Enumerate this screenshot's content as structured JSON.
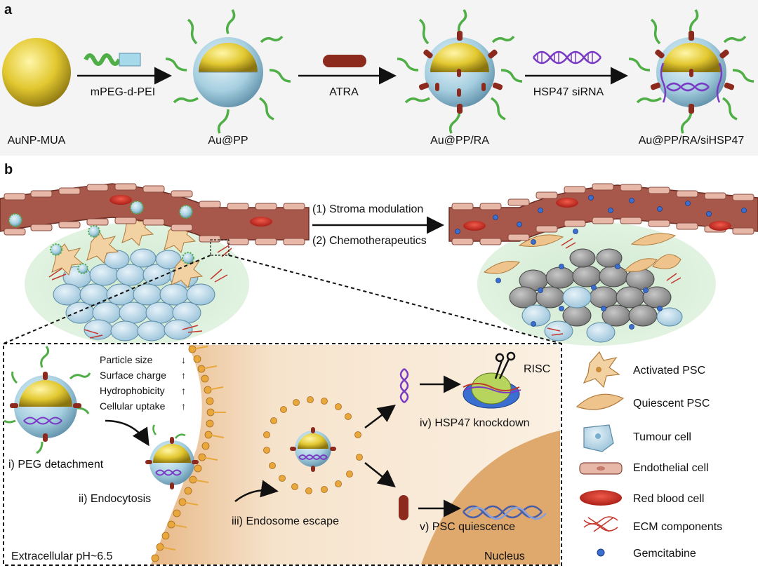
{
  "panel_a": {
    "letter": "a",
    "particles": [
      {
        "label": "AuNP-MUA"
      },
      {
        "label": "Au@PP"
      },
      {
        "label": "Au@PP/RA"
      },
      {
        "label": "Au@PP/RA/siHSP47"
      }
    ],
    "steps": [
      "mPEG-d-PEI",
      "ATRA",
      "HSP47 siRNA"
    ]
  },
  "panel_b": {
    "letter": "b",
    "transition_labels": [
      "(1) Stroma modulation",
      "(2) Chemotherapeutics"
    ],
    "properties": [
      "Particle size",
      "Surface charge",
      "Hydrophobicity",
      "Cellular uptake"
    ],
    "property_arrows": [
      "↓",
      "↑",
      "↑",
      "↑"
    ],
    "stages": [
      "i) PEG detachment",
      "ii) Endocytosis",
      "iii) Endosome escape",
      "iv) HSP47 knockdown",
      "v) PSC quiescence"
    ],
    "risc": "RISC",
    "nucleus": "Nucleus",
    "extracellular": "Extracellular pH~6.5",
    "legend": [
      {
        "icon": "activated-psc-icon",
        "label": "Activated PSC"
      },
      {
        "icon": "quiescent-psc-icon",
        "label": "Quiescent PSC"
      },
      {
        "icon": "tumour-cell-icon",
        "label": "Tumour cell"
      },
      {
        "icon": "endothelial-cell-icon",
        "label": "Endothelial cell"
      },
      {
        "icon": "red-blood-cell-icon",
        "label": "Red blood cell"
      },
      {
        "icon": "ecm-icon",
        "label": "ECM components"
      },
      {
        "icon": "gemcitabine-icon",
        "label": "Gemcitabine"
      }
    ]
  },
  "colors": {
    "gold": "#e2c830",
    "shell": "#a6cfe0",
    "peg": "#4fae46",
    "ra": "#8c2a1e",
    "sirna": "#7a3bc4",
    "vessel": "#a8574b",
    "tumour": "#b9d8ea",
    "psc": "#e9c08d",
    "lipid": "#e8a83c",
    "cytoplasm": "#f3dcc3",
    "nucleus": "#dfa86c",
    "gem": "#3a6ed0"
  }
}
